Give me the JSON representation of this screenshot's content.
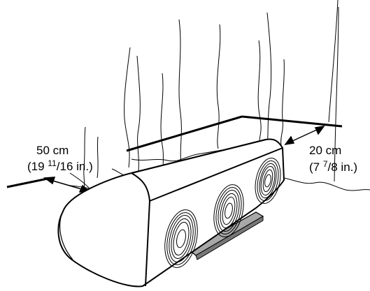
{
  "figure": {
    "left_distance": {
      "metric": "50 cm",
      "imperial_open": "(19 ",
      "imperial_frac_num": "11",
      "imperial_frac_den": "/16 in.)"
    },
    "right_distance": {
      "metric": "20 cm",
      "imperial_open": "(7 ",
      "imperial_frac_num": "7",
      "imperial_frac_den": "/8 in.)"
    }
  },
  "colors": {
    "line": "#000000",
    "stand_fill": "#a8a8a8",
    "background": "#ffffff"
  }
}
